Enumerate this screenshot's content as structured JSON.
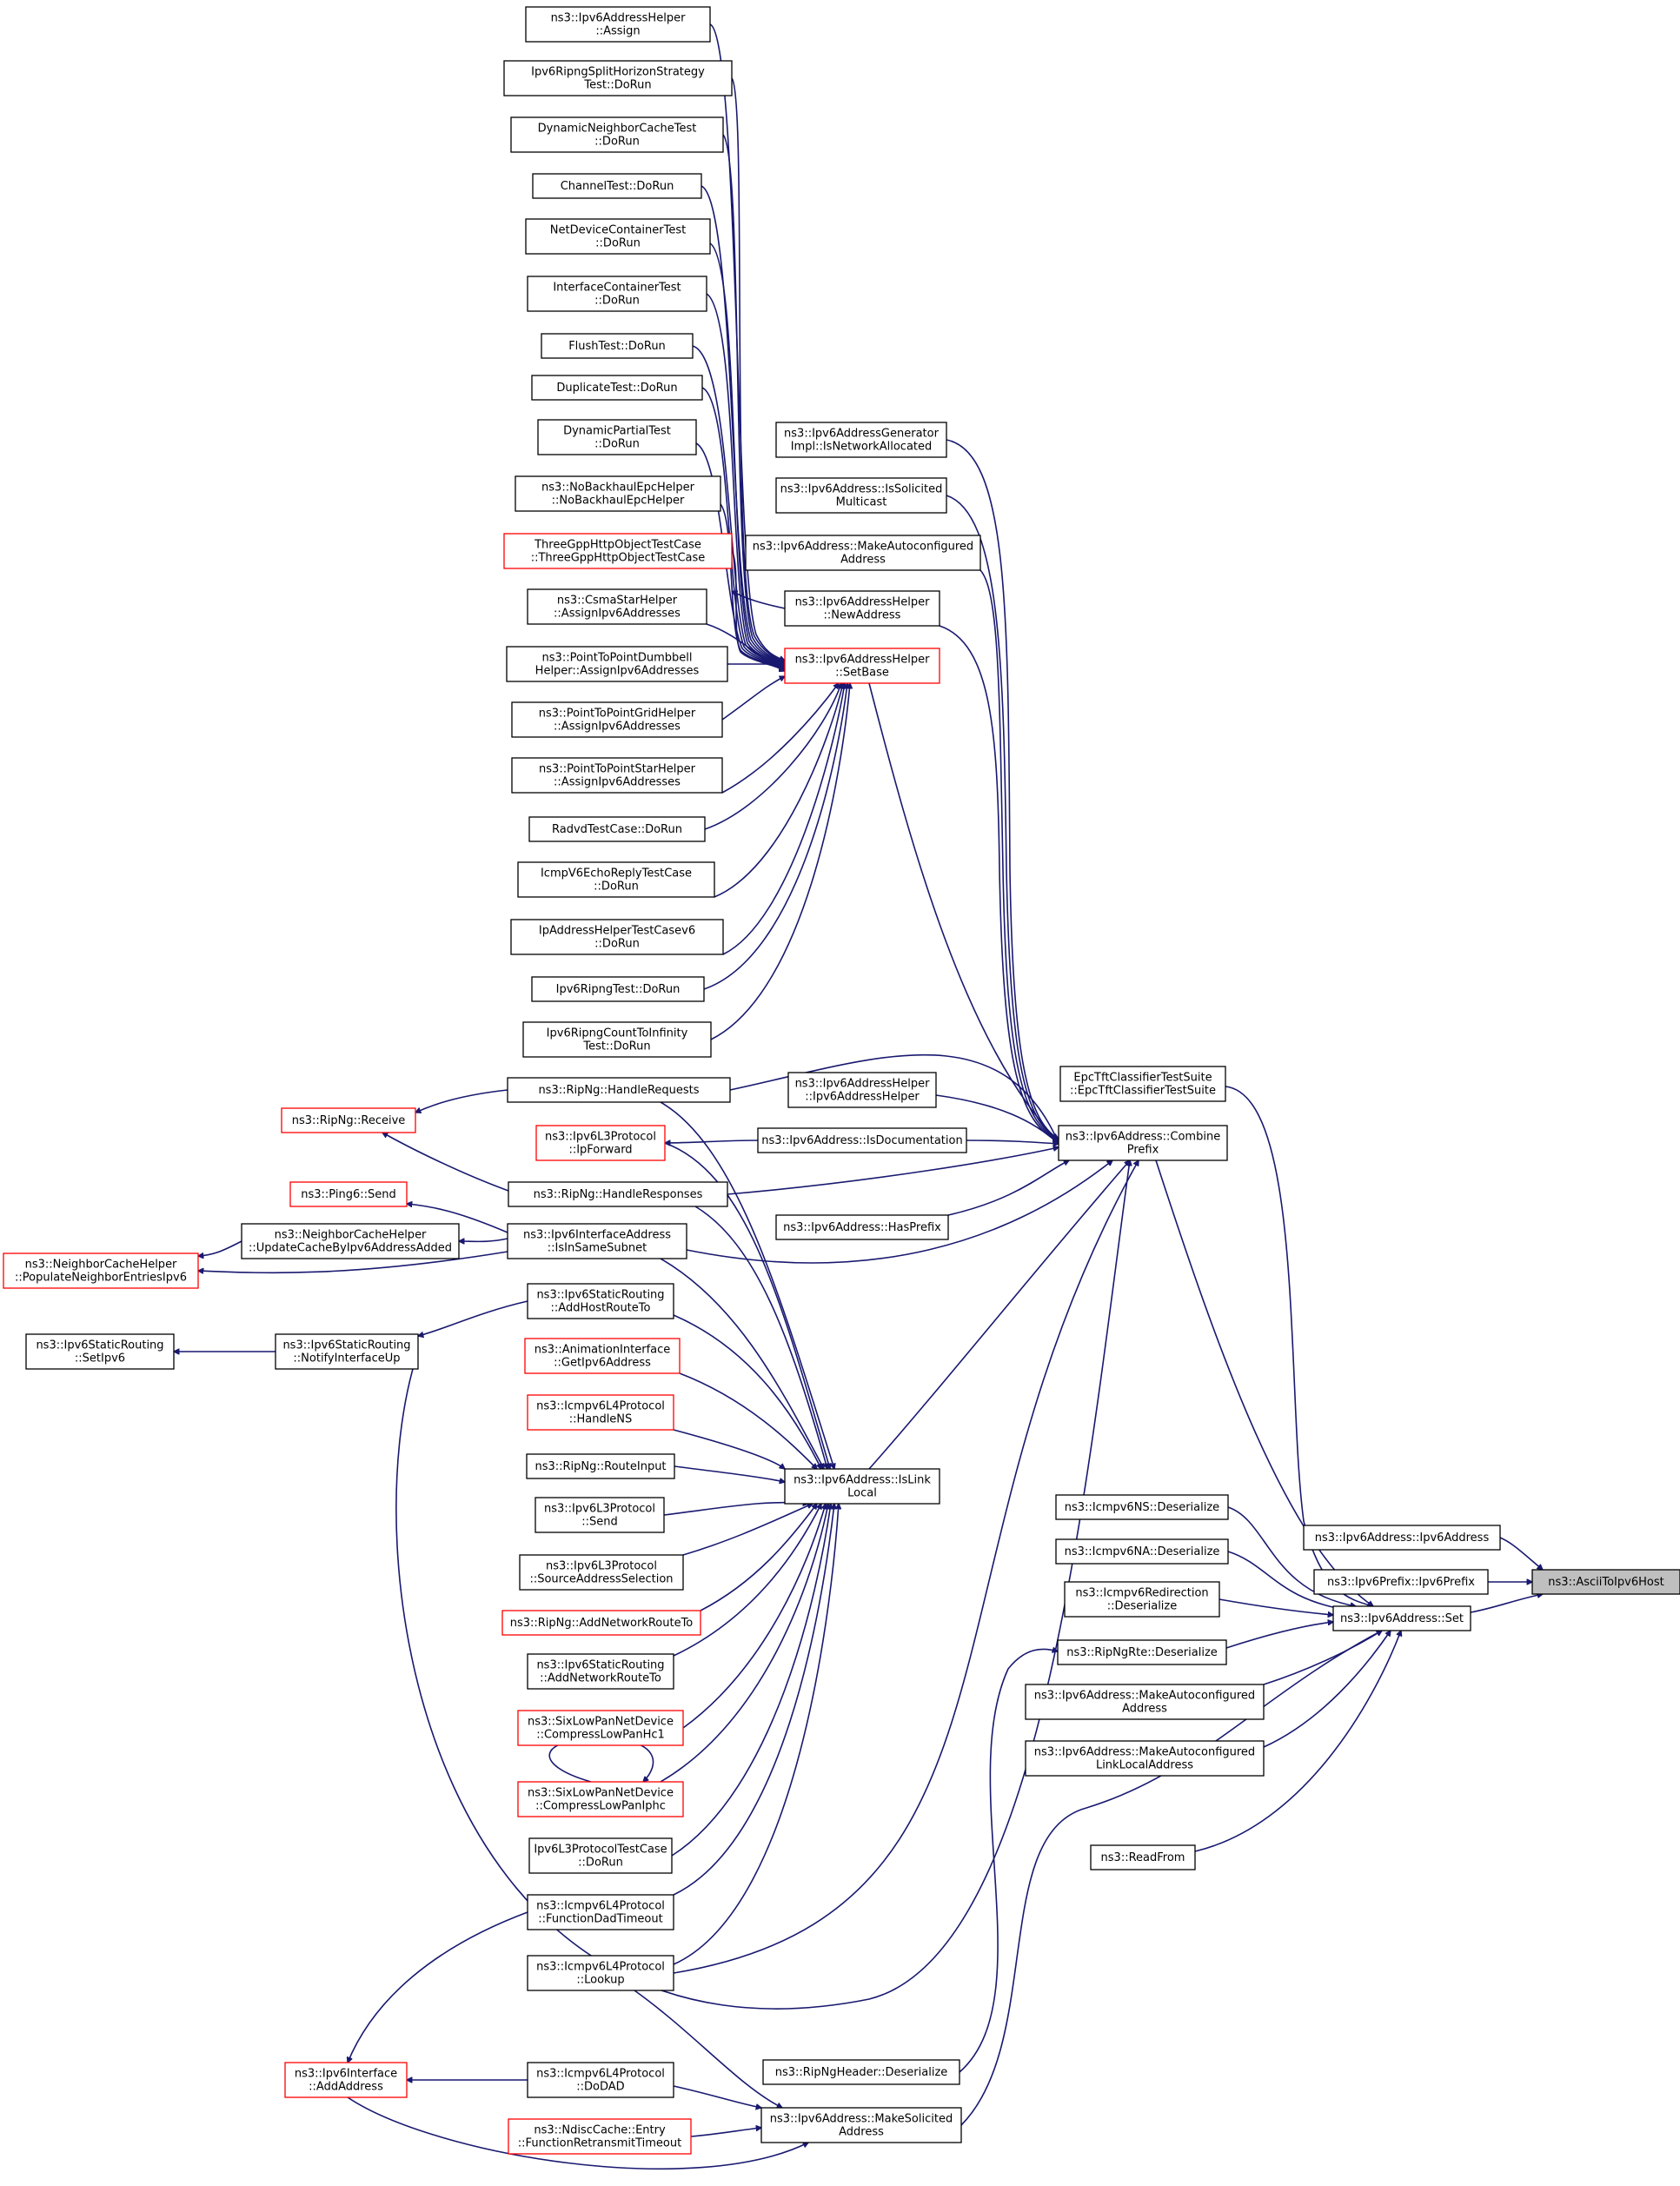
{
  "colors": {
    "edge": "#191970",
    "node_border": "#000000",
    "node_border_truncated": "#ff0000",
    "node_fill": "#ffffff",
    "highlight_fill": "#bfbfbf"
  },
  "nodes": [
    {
      "id": "n1",
      "lines": [
        "ns3::Ipv6AddressHelper",
        "::Assign"
      ],
      "border": "black"
    },
    {
      "id": "n2",
      "lines": [
        "Ipv6RipngSplitHorizonStrategy",
        "Test::DoRun"
      ],
      "border": "black"
    },
    {
      "id": "n3",
      "lines": [
        "DynamicNeighborCacheTest",
        "::DoRun"
      ],
      "border": "black"
    },
    {
      "id": "n4",
      "lines": [
        "ChannelTest::DoRun"
      ],
      "border": "black"
    },
    {
      "id": "n5",
      "lines": [
        "NetDeviceContainerTest",
        "::DoRun"
      ],
      "border": "black"
    },
    {
      "id": "n6",
      "lines": [
        "InterfaceContainerTest",
        "::DoRun"
      ],
      "border": "black"
    },
    {
      "id": "n7",
      "lines": [
        "FlushTest::DoRun"
      ],
      "border": "black"
    },
    {
      "id": "n8",
      "lines": [
        "DuplicateTest::DoRun"
      ],
      "border": "black"
    },
    {
      "id": "n9",
      "lines": [
        "DynamicPartialTest",
        "::DoRun"
      ],
      "border": "black"
    },
    {
      "id": "n10",
      "lines": [
        "ns3::NoBackhaulEpcHelper",
        "::NoBackhaulEpcHelper"
      ],
      "border": "black"
    },
    {
      "id": "n11",
      "lines": [
        "ThreeGppHttpObjectTestCase",
        "::ThreeGppHttpObjectTestCase"
      ],
      "border": "red"
    },
    {
      "id": "n12",
      "lines": [
        "ns3::CsmaStarHelper",
        "::AssignIpv6Addresses"
      ],
      "border": "black"
    },
    {
      "id": "n13",
      "lines": [
        "ns3::PointToPointDumbbell",
        "Helper::AssignIpv6Addresses"
      ],
      "border": "black"
    },
    {
      "id": "n14",
      "lines": [
        "ns3::PointToPointGridHelper",
        "::AssignIpv6Addresses"
      ],
      "border": "black"
    },
    {
      "id": "n15",
      "lines": [
        "ns3::PointToPointStarHelper",
        "::AssignIpv6Addresses"
      ],
      "border": "black"
    },
    {
      "id": "n16",
      "lines": [
        "RadvdTestCase::DoRun"
      ],
      "border": "black"
    },
    {
      "id": "n17",
      "lines": [
        "IcmpV6EchoReplyTestCase",
        "::DoRun"
      ],
      "border": "black"
    },
    {
      "id": "n18",
      "lines": [
        "IpAddressHelperTestCasev6",
        "::DoRun"
      ],
      "border": "black"
    },
    {
      "id": "n19",
      "lines": [
        "Ipv6RipngTest::DoRun"
      ],
      "border": "black"
    },
    {
      "id": "n20",
      "lines": [
        "Ipv6RipngCountToInfinity",
        "Test::DoRun"
      ],
      "border": "black"
    },
    {
      "id": "n21",
      "lines": [
        "ns3::RipNg::HandleRequests"
      ],
      "border": "black"
    },
    {
      "id": "n22",
      "lines": [
        "ns3::RipNg::Receive"
      ],
      "border": "red"
    },
    {
      "id": "n23",
      "lines": [
        "ns3::Ipv6L3Protocol",
        "::IpForward"
      ],
      "border": "red"
    },
    {
      "id": "n24",
      "lines": [
        "ns3::RipNg::HandleResponses"
      ],
      "border": "black"
    },
    {
      "id": "n25",
      "lines": [
        "ns3::Ping6::Send"
      ],
      "border": "red"
    },
    {
      "id": "n26",
      "lines": [
        "ns3::NeighborCacheHelper",
        "::UpdateCacheByIpv6AddressAdded"
      ],
      "border": "black"
    },
    {
      "id": "n27",
      "lines": [
        "ns3::NeighborCacheHelper",
        "::PopulateNeighborEntriesIpv6"
      ],
      "border": "red"
    },
    {
      "id": "n28",
      "lines": [
        "ns3::Ipv6InterfaceAddress",
        "::IsInSameSubnet"
      ],
      "border": "black"
    },
    {
      "id": "n29",
      "lines": [
        "ns3::Ipv6StaticRouting",
        "::AddHostRouteTo"
      ],
      "border": "black"
    },
    {
      "id": "n30",
      "lines": [
        "ns3::Ipv6StaticRouting",
        "::SetIpv6"
      ],
      "border": "black"
    },
    {
      "id": "n31",
      "lines": [
        "ns3::Ipv6StaticRouting",
        "::NotifyInterfaceUp"
      ],
      "border": "black"
    },
    {
      "id": "n32",
      "lines": [
        "ns3::AnimationInterface",
        "::GetIpv6Address"
      ],
      "border": "red"
    },
    {
      "id": "n33",
      "lines": [
        "ns3::Icmpv6L4Protocol",
        "::HandleNS"
      ],
      "border": "red"
    },
    {
      "id": "n34",
      "lines": [
        "ns3::RipNg::RouteInput"
      ],
      "border": "black"
    },
    {
      "id": "n35",
      "lines": [
        "ns3::Ipv6L3Protocol",
        "::Send"
      ],
      "border": "black"
    },
    {
      "id": "n36",
      "lines": [
        "ns3::Ipv6L3Protocol",
        "::SourceAddressSelection"
      ],
      "border": "black"
    },
    {
      "id": "n37",
      "lines": [
        "ns3::RipNg::AddNetworkRouteTo"
      ],
      "border": "red"
    },
    {
      "id": "n38",
      "lines": [
        "ns3::Ipv6StaticRouting",
        "::AddNetworkRouteTo"
      ],
      "border": "black"
    },
    {
      "id": "n39",
      "lines": [
        "ns3::SixLowPanNetDevice",
        "::CompressLowPanHc1"
      ],
      "border": "red"
    },
    {
      "id": "n40",
      "lines": [
        "ns3::SixLowPanNetDevice",
        "::CompressLowPanIphc"
      ],
      "border": "red"
    },
    {
      "id": "n41",
      "lines": [
        "Ipv6L3ProtocolTestCase",
        "::DoRun"
      ],
      "border": "black"
    },
    {
      "id": "n42",
      "lines": [
        "ns3::Icmpv6L4Protocol",
        "::FunctionDadTimeout"
      ],
      "border": "black"
    },
    {
      "id": "n43",
      "lines": [
        "ns3::Icmpv6L4Protocol",
        "::Lookup"
      ],
      "border": "black"
    },
    {
      "id": "n44",
      "lines": [
        "ns3::Ipv6Interface",
        "::AddAddress"
      ],
      "border": "red"
    },
    {
      "id": "n45",
      "lines": [
        "ns3::Icmpv6L4Protocol",
        "::DoDAD"
      ],
      "border": "black"
    },
    {
      "id": "n46",
      "lines": [
        "ns3::NdiscCache::Entry",
        "::FunctionRetransmitTimeout"
      ],
      "border": "red"
    },
    {
      "id": "n47",
      "lines": [
        "ns3::Ipv6AddressGenerator",
        "Impl::IsNetworkAllocated"
      ],
      "border": "black"
    },
    {
      "id": "n48",
      "lines": [
        "ns3::Ipv6Address::IsSolicited",
        "Multicast"
      ],
      "border": "black"
    },
    {
      "id": "n49",
      "lines": [
        "ns3::Ipv6Address::MakeAutoconfigured",
        "Address"
      ],
      "border": "black"
    },
    {
      "id": "n50",
      "lines": [
        "ns3::Ipv6AddressHelper",
        "::NewAddress"
      ],
      "border": "black"
    },
    {
      "id": "n51",
      "lines": [
        "ns3::Ipv6AddressHelper",
        "::SetBase"
      ],
      "border": "red"
    },
    {
      "id": "n52",
      "lines": [
        "ns3::Ipv6AddressHelper",
        "::Ipv6AddressHelper"
      ],
      "border": "black"
    },
    {
      "id": "n53",
      "lines": [
        "ns3::Ipv6Address::IsDocumentation"
      ],
      "border": "black"
    },
    {
      "id": "n54",
      "lines": [
        "ns3::Ipv6Address::HasPrefix"
      ],
      "border": "black"
    },
    {
      "id": "n55",
      "lines": [
        "ns3::Ipv6Address::IsLink",
        "Local"
      ],
      "border": "black"
    },
    {
      "id": "n56",
      "lines": [
        "ns3::Ipv6Address::Combine",
        "Prefix"
      ],
      "border": "black"
    },
    {
      "id": "n57",
      "lines": [
        "EpcTftClassifierTestSuite",
        "::EpcTftClassifierTestSuite"
      ],
      "border": "black"
    },
    {
      "id": "n58",
      "lines": [
        "ns3::Icmpv6NS::Deserialize"
      ],
      "border": "black"
    },
    {
      "id": "n59",
      "lines": [
        "ns3::Icmpv6NA::Deserialize"
      ],
      "border": "black"
    },
    {
      "id": "n60",
      "lines": [
        "ns3::Icmpv6Redirection",
        "::Deserialize"
      ],
      "border": "black"
    },
    {
      "id": "n61",
      "lines": [
        "ns3::RipNgRte::Deserialize"
      ],
      "border": "black"
    },
    {
      "id": "n62",
      "lines": [
        "ns3::Ipv6Address::MakeAutoconfigured",
        "Address"
      ],
      "border": "black"
    },
    {
      "id": "n63",
      "lines": [
        "ns3::Ipv6Address::MakeAutoconfigured",
        "LinkLocalAddress"
      ],
      "border": "black"
    },
    {
      "id": "n64",
      "lines": [
        "ns3::ReadFrom"
      ],
      "border": "black"
    },
    {
      "id": "n65",
      "lines": [
        "ns3::RipNgHeader::Deserialize"
      ],
      "border": "black"
    },
    {
      "id": "n66",
      "lines": [
        "ns3::Ipv6Address::MakeSolicited",
        "Address"
      ],
      "border": "black"
    },
    {
      "id": "n67",
      "lines": [
        "ns3::Ipv6Address::Set"
      ],
      "border": "black"
    },
    {
      "id": "n68",
      "lines": [
        "ns3::Ipv6Address::Ipv6Address"
      ],
      "border": "black"
    },
    {
      "id": "n69",
      "lines": [
        "ns3::Ipv6Prefix::Ipv6Prefix"
      ],
      "border": "black"
    },
    {
      "id": "n70",
      "lines": [
        "ns3::AsciiToIpv6Host"
      ],
      "border": "black",
      "highlight": true
    }
  ]
}
